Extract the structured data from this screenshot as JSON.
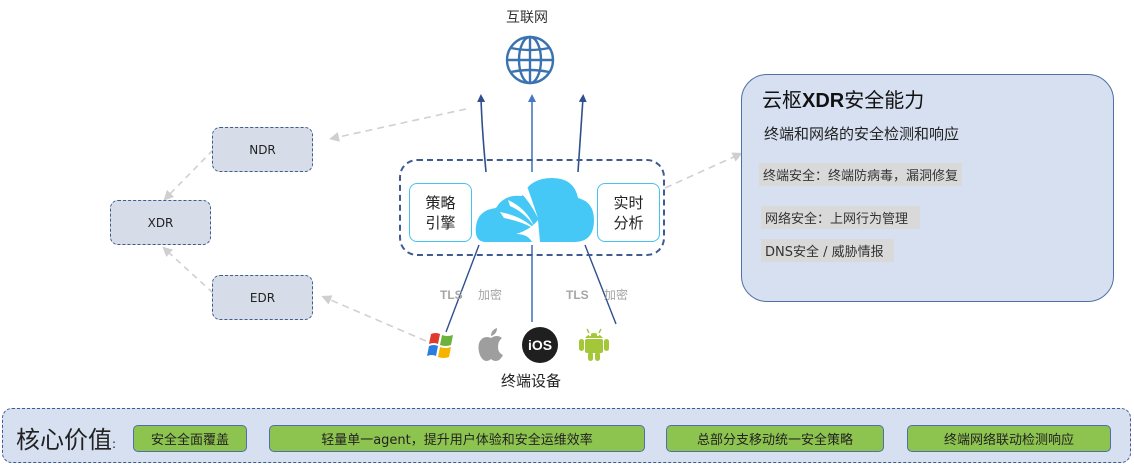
{
  "internet": {
    "label": "互联网",
    "icon": "globe-icon"
  },
  "nodes": {
    "ndr": "NDR",
    "xdr": "XDR",
    "edr": "EDR"
  },
  "core": {
    "left_box": [
      "策略",
      "引擎"
    ],
    "right_box": [
      "实时",
      "分析"
    ],
    "logo": "cloud-logo-icon"
  },
  "links": {
    "left": {
      "protocol": "TLS",
      "label": "加密"
    },
    "right": {
      "protocol": "TLS",
      "label": "加密"
    }
  },
  "devices": {
    "label": "终端设备",
    "items": [
      {
        "name": "windows",
        "icon": "windows-icon"
      },
      {
        "name": "apple",
        "icon": "apple-icon"
      },
      {
        "name": "ios",
        "icon": "ios-icon",
        "text": "iOS"
      },
      {
        "name": "android",
        "icon": "android-icon"
      }
    ]
  },
  "capabilities": {
    "title_prefix": "云枢",
    "title_bold": "XDR",
    "title_suffix": "安全能力",
    "subtitle": "终端和网络的安全检测和响应",
    "tags": [
      "终端安全：终端防病毒，漏洞修复",
      "网络安全：上网行为管理",
      "DNS安全 / 威胁情报"
    ]
  },
  "core_value": {
    "label": "核心价值",
    "colon": ":",
    "items": [
      "安全全面覆盖",
      "轻量单一agent，提升用户体验和安全运维效率",
      "总部分支移动统一安全策略",
      "终端网络联动检测响应"
    ]
  },
  "colors": {
    "node_fill": "#d7dde8",
    "dash_border": "#3e5c93",
    "cloud": "#45c8f5",
    "panel_fill": "#d7e0f0",
    "pill_fill": "#8dc34f",
    "arrow_gray": "#d0d0d0",
    "arrow_blue": "#2f4f8f"
  }
}
